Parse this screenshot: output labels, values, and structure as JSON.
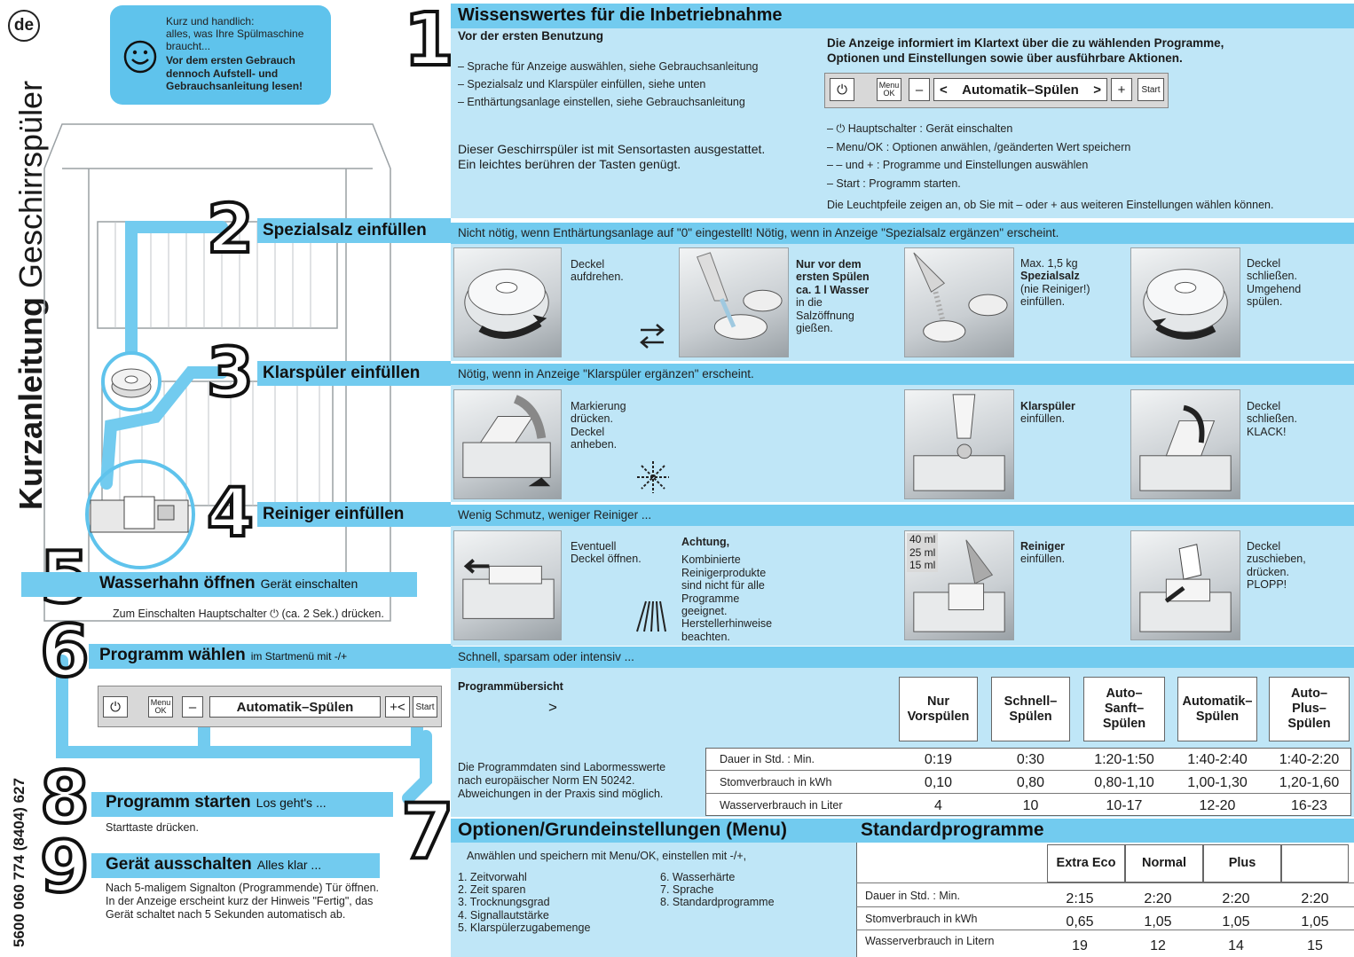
{
  "lang_badge": "de",
  "side_title": {
    "bold": "Kurzanleitung",
    "regular": " Geschirrspüler"
  },
  "doc_number": "5600 060 774 (8404) 627",
  "intro_bubble": {
    "line1": "Kurz und handlich:",
    "line2": "alles, was Ihre Spülmaschine",
    "line3": "braucht...",
    "bold1": "Vor dem ersten Gebrauch",
    "bold2": "dennoch Aufstell- und",
    "bold3": "Gebrauchsanleitung lesen!"
  },
  "step_numbers": [
    "1",
    "2",
    "3",
    "4",
    "5",
    "6",
    "7",
    "8",
    "9"
  ],
  "section1": {
    "title": "Wissenswertes für die Inbetriebnahme",
    "subtitle": "Vor der ersten Benutzung",
    "bullets": [
      "– Sprache für Anzeige auswählen, siehe Gebrauchsanleitung",
      "– Spezialsalz und Klarspüler einfüllen, siehe unten",
      "– Enthärtungsanlage einstellen, siehe Gebrauchsanleitung"
    ],
    "sensor_line1": "Dieser Geschirrspüler ist mit Sensortasten ausgestattet.",
    "sensor_line2": "Ein leichtes berühren der Tasten genügt.",
    "display_line1": "Die Anzeige informiert im Klartext über die zu wählenden Programme,",
    "display_line2": "Optionen und Einstellungen sowie über ausführbare Aktionen.",
    "panel": {
      "menu": "Menu",
      "ok": "OK",
      "minus": "–",
      "lt": "<",
      "display": "Automatik–Spülen",
      "gt": ">",
      "plus": "+",
      "start": "Start"
    },
    "keys": [
      "– ⏻ Hauptschalter : Gerät einschalten",
      "– Menu/OK : Optionen anwählen, /geänderten Wert speichern",
      "– – und + : Programme und Einstellungen auswählen",
      "– Start : Programm starten."
    ],
    "arrows_note": "Die Leuchtpfeile zeigen an, ob Sie mit – oder + aus weiteren Einstellungen wählen können."
  },
  "step2": {
    "title": "Spezialsalz einfüllen",
    "header": "Nicht nötig, wenn Enthärtungsanlage auf \"0\" eingestellt! Nötig, wenn in Anzeige \"Spezialsalz ergänzen\" erscheint.",
    "cap1": [
      "Deckel",
      "aufdrehen."
    ],
    "cap2_bold": [
      "Nur vor dem",
      "ersten Spülen",
      "ca. 1 l Wasser"
    ],
    "cap2": [
      "in die",
      "Salzöffnung",
      "gießen."
    ],
    "cap3a": "Max. 1,5 kg",
    "cap3_bold": "Spezialsalz",
    "cap3": [
      "(nie Reiniger!)",
      "einfüllen."
    ],
    "cap4": [
      "Deckel",
      "schließen.",
      "Umgehend",
      "spülen."
    ]
  },
  "step3": {
    "title": "Klarspüler einfüllen",
    "header": "Nötig, wenn in Anzeige \"Klarspüler ergänzen\" erscheint.",
    "cap1": [
      "Markierung",
      "drücken.",
      "Deckel",
      "anheben."
    ],
    "cap2_bold": "Klarspüler",
    "cap2": "einfüllen.",
    "cap3": [
      "Deckel",
      "schließen.",
      "KLACK!"
    ]
  },
  "step4": {
    "title": "Reiniger einfüllen",
    "header": "Wenig Schmutz, weniger Reiniger ...",
    "cap1": [
      "Eventuell",
      "Deckel öffnen."
    ],
    "attention_bold": "Achtung,",
    "attention": [
      "Kombinierte",
      "Reinigerprodukte",
      "sind nicht für alle",
      "Programme",
      "geeignet.",
      "Herstellerhinweise",
      "beachten."
    ],
    "doses": [
      "40 ml",
      "25 ml",
      "15 ml"
    ],
    "cap2_bold": "Reiniger",
    "cap2": "einfüllen.",
    "cap3": [
      "Deckel",
      "zuschieben,",
      "drücken.",
      "PLOPP!"
    ]
  },
  "step5": {
    "title": "Wasserhahn öffnen",
    "sub": "Gerät einschalten",
    "note": "Zum Einschalten Hauptschalter ⏻ (ca. 2 Sek.) drücken."
  },
  "step6": {
    "title": "Programm wählen",
    "sub": "im Startmenü mit -/+",
    "header": "Schnell, sparsam oder intensiv ...",
    "panel": {
      "menu": "Menu",
      "ok": "OK",
      "minus": "–",
      "display": "Automatik–Spülen",
      "plus": "+<",
      "start": "Start"
    }
  },
  "step8": {
    "title": "Programm starten",
    "sub": "Los geht's ...",
    "note": "Starttaste drücken."
  },
  "step9": {
    "title": "Gerät ausschalten",
    "sub": "Alles klar ...",
    "note1": "Nach 5-maligem Signalton (Programmende) Tür öffnen.",
    "note2": "In der Anzeige erscheint kurz der Hinweis \"Fertig\", das",
    "note3": "Gerät schaltet nach 5 Sekunden automatisch ab."
  },
  "program_overview": {
    "label": "Programmübersicht",
    "arrow": ">",
    "note1": "Die Programmdaten sind Labormesswerte",
    "note2": "nach europäischer Norm EN 50242.",
    "note3": "Abweichungen in der Praxis sind möglich.",
    "programs": [
      [
        "Nur",
        "Vorspülen"
      ],
      [
        "Schnell–",
        "Spülen"
      ],
      [
        "Auto–",
        "Sanft–",
        "Spülen"
      ],
      [
        "Automatik–",
        "Spülen"
      ],
      [
        "Auto–",
        "Plus–",
        "Spülen"
      ]
    ],
    "rows": [
      {
        "label": "Dauer in Std. : Min.",
        "values": [
          "0:19",
          "0:30",
          "1:20-1:50",
          "1:40-2:40",
          "1:40-2:20"
        ]
      },
      {
        "label": "Stomverbrauch in kWh",
        "values": [
          "0,10",
          "0,80",
          "0,80-1,10",
          "1,00-1,30",
          "1,20-1,60"
        ]
      },
      {
        "label": "Wasserverbrauch in Liter",
        "values": [
          "4",
          "10",
          "10-17",
          "12-20",
          "16-23"
        ]
      }
    ]
  },
  "options": {
    "title": "Optionen/Grundeinstellungen (Menu)",
    "intro": "Anwählen und speichern mit Menu/OK, einstellen mit -/+,",
    "items_left": [
      "1. Zeitvorwahl",
      "2. Zeit sparen",
      "3. Trocknungsgrad",
      "4. Signallautstärke",
      "5. Klarspülerzugabemenge"
    ],
    "items_right": [
      "6. Wasserhärte",
      "7. Sprache",
      "8. Standardprogramme"
    ]
  },
  "standard": {
    "title": "Standardprogramme",
    "programs": [
      "Extra Eco",
      "Normal",
      "Plus"
    ],
    "rows": [
      {
        "label": "Dauer in Std. : Min.",
        "values": [
          "2:15",
          "2:20",
          "2:20",
          "2:20"
        ]
      },
      {
        "label": "Stomverbrauch in kWh",
        "values": [
          "0,65",
          "1,05",
          "1,05",
          "1,05"
        ]
      },
      {
        "label": "Wasserverbrauch in Litern",
        "values": [
          "19",
          "12",
          "14",
          "15"
        ]
      }
    ]
  },
  "colors": {
    "band": "#bfe6f7",
    "strip": "#72cbef",
    "bubble": "#5fc3ec"
  }
}
